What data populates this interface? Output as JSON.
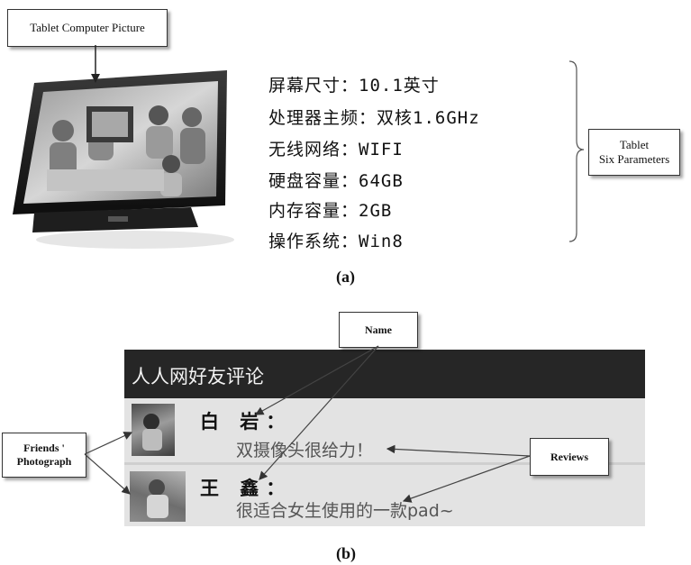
{
  "part_a": {
    "callout_picture": "Tablet Computer Picture",
    "callout_params_line1": "Tablet",
    "callout_params_line2": "Six Parameters",
    "specs": [
      "屏幕尺寸：10.1英寸",
      "处理器主频：双核1.6GHz",
      "无线网络：WIFI",
      "硬盘容量：64GB",
      "内存容量：2GB",
      "操作系统：Win8"
    ],
    "caption": "(a)"
  },
  "part_b": {
    "panel_title": "人人网好友评论",
    "rows": [
      {
        "name": "白 岩：",
        "review": "双摄像头很给力！"
      },
      {
        "name": "王 鑫：",
        "review": "很适合女生使用的一款pad~"
      }
    ],
    "callout_name": "Name",
    "callout_reviews": "Reviews",
    "callout_photo_line1": "Friends '",
    "callout_photo_line2": "Photograph",
    "caption": "(b)"
  },
  "colors": {
    "panel_header": "#262626",
    "panel_bg": "#e3e3e3",
    "review_text": "#555555"
  }
}
